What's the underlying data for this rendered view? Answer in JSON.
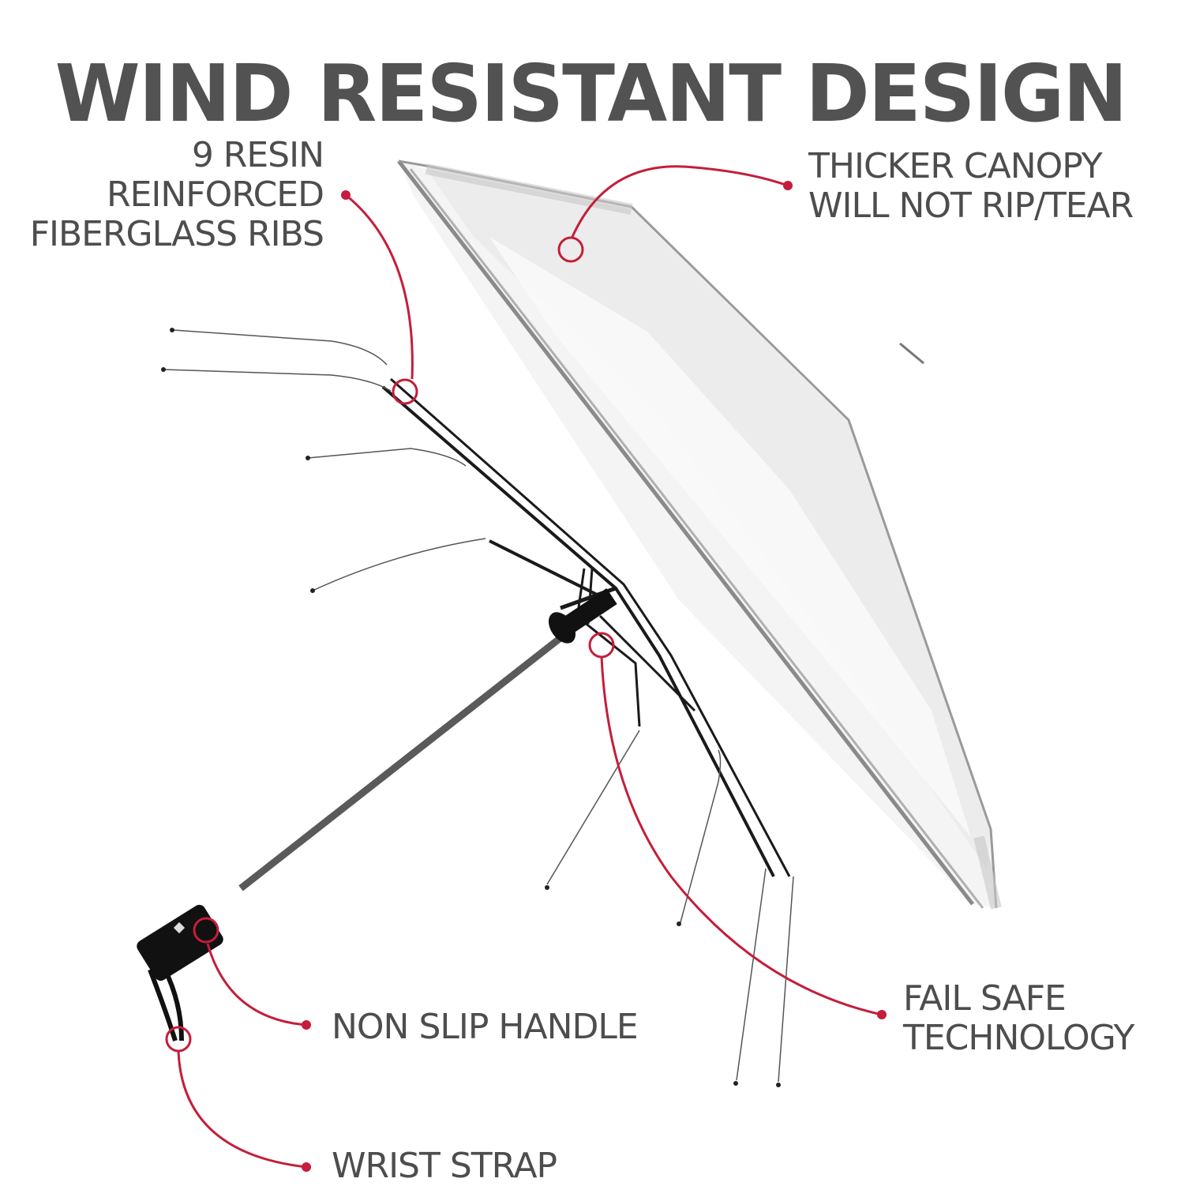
{
  "title": "WIND RESISTANT DESIGN",
  "colors": {
    "text": "#4d4d4d",
    "title": "#525252",
    "callout": "#c41e3a",
    "frame": "#1a1a1a",
    "shaft": "#5a5a5a",
    "canopy_edge": "#8a8a8a",
    "background": "#ffffff"
  },
  "callouts": [
    {
      "id": "ribs",
      "lines": [
        "9 RESIN",
        "REINFORCED",
        "FIBERGLASS RIBS"
      ]
    },
    {
      "id": "canopy",
      "lines": [
        "THICKER CANOPY",
        "WILL NOT RIP/TEAR"
      ]
    },
    {
      "id": "failsafe",
      "lines": [
        "FAIL SAFE",
        "TECHNOLOGY"
      ]
    },
    {
      "id": "handle",
      "lines": [
        "NON SLIP HANDLE"
      ]
    },
    {
      "id": "strap",
      "lines": [
        "WRIST STRAP"
      ]
    }
  ]
}
